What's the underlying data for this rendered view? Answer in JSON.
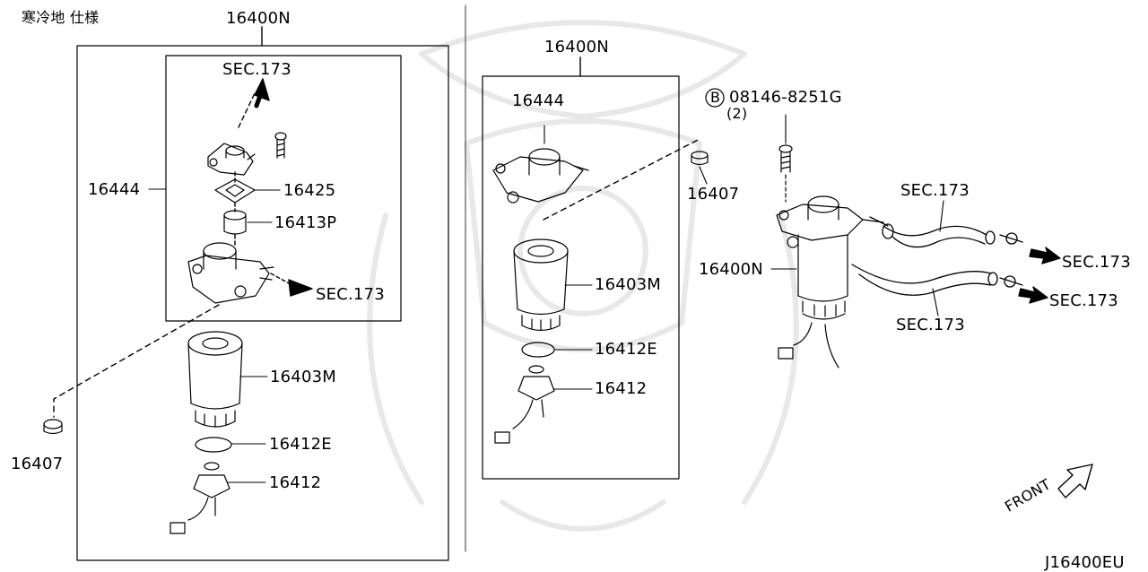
{
  "header": {
    "note": "寒冷地 仕様",
    "diagram_code": "J16400EU"
  },
  "left_panel": {
    "assembly": "16400N",
    "parts": {
      "sec_top": "SEC.173",
      "pump": "16444",
      "gasket": "16425",
      "plug": "16413P",
      "sec_right": "SEC.173",
      "filter": "16403M",
      "o_ring": "16412E",
      "sensor": "16412",
      "bushing": "16407"
    }
  },
  "middle_panel": {
    "assembly": "16400N",
    "parts": {
      "pump": "16444",
      "filter": "16403M",
      "o_ring": "16412E",
      "sensor": "16412",
      "bushing": "16407"
    }
  },
  "right_panel": {
    "bolt_badge": "B",
    "bolt_number": "08146-8251G",
    "bolt_qty": "(2)",
    "assembly": "16400N",
    "hose_upper": "SEC.173",
    "hose_upper_dest": "SEC.173",
    "hose_lower_dest": "SEC.173",
    "hose_lower": "SEC.173",
    "front": "FRONT"
  }
}
